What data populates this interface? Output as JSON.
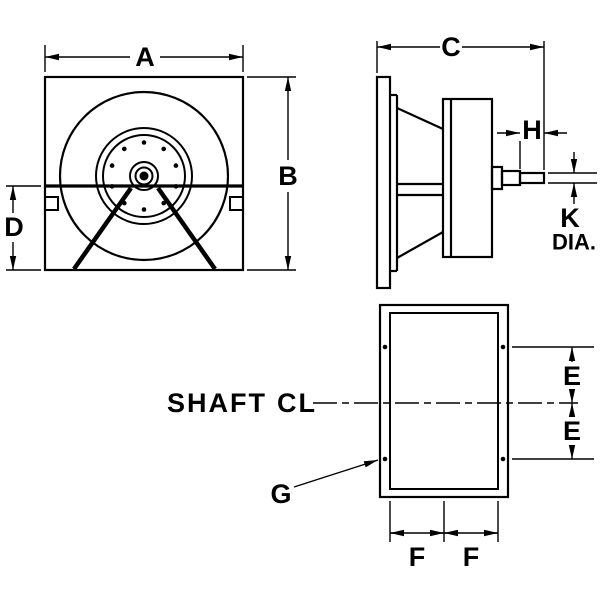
{
  "labels": {
    "dim_a": "A",
    "dim_b": "B",
    "dim_c": "C",
    "dim_d": "D",
    "dim_e_upper": "E",
    "dim_e_lower": "E",
    "dim_f_left": "F",
    "dim_f_right": "F",
    "dim_g": "G",
    "dim_h": "H",
    "dim_k": "K",
    "dia_suffix": "DIA.",
    "shaft_centerline_prefix": "SHAFT",
    "shaft_centerline_symbol": "CL"
  },
  "colors": {
    "line": "#000000",
    "background": "#ffffff"
  }
}
